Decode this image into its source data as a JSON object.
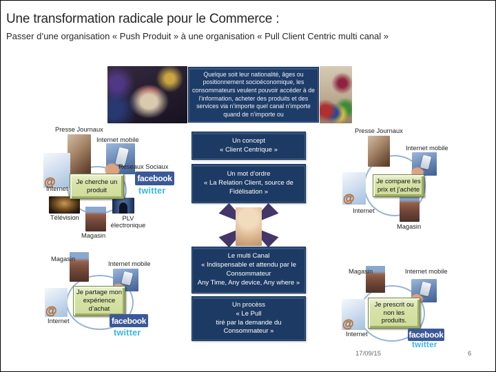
{
  "slide": {
    "title": "Une transformation radicale pour le Commerce :",
    "subtitle": "Passer d’une organisation « Push Produit » à une organisation « Pull Client Centric multi canal »",
    "date": "17/09/15",
    "page_number": "6"
  },
  "banner": {
    "text": "Quelque soit leur nationalité, âges ou positionnement socioéconomique, les consommateurs veulent pouvoir accéder à de l’information, acheter des produits et des services via n’importe quel canal n’importe quand de n’importe ou"
  },
  "concept_boxes": {
    "concept": "Un concept\n« Client Centrique »",
    "motdordre": "Un mot d’ordre\n« La Relation Client, source de\nFidélisation »",
    "multicanal": "Le multi Canal\n« Indispensable et attendu par le\nConsommateur\nAny Time, Any device, Any where »",
    "process": "Un procèss\n« Le Pull\ntiré par la demande du\nConsommateur »"
  },
  "channels": {
    "presse": "Presse Journaux",
    "mobile": "Internet mobile",
    "sociaux": "Réseaux Sociaux",
    "internet": "Internet",
    "television": "Télévision",
    "magasin": "Magasin",
    "plv": "PLV\nélectronique"
  },
  "bubbles": {
    "cherche": "Je cherche un\nproduit",
    "compare": "Je compare les\nprix et j’achète",
    "partage": "Je partage mon\nexpérience\nd’achat",
    "prescrit": "Je prescrit ou\nnon les\nproduits."
  },
  "social": {
    "facebook": "facebook",
    "twitter": "twitter"
  },
  "icons": {
    "at": "@"
  },
  "colors": {
    "navy_box": "#1d3a64",
    "green_bubble": "#d7e3a8",
    "ellipse_stroke": "#95b3d7",
    "facebook_blue": "#3b5998",
    "twitter_blue": "#35b4e4",
    "star_purple": "#453669"
  }
}
